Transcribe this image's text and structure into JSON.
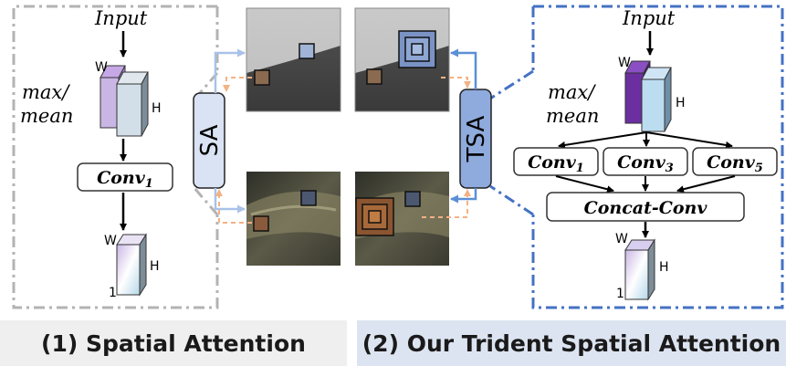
{
  "left_panel": {
    "input": "Input",
    "pool_line1": "max/",
    "pool_line2": "mean",
    "w_top": "W",
    "h_top": "H",
    "conv": "Conv",
    "conv_sub": "1",
    "w_bottom": "W",
    "h_bottom": "H",
    "one": "1"
  },
  "center": {
    "sa": "SA",
    "tsa": "TSA"
  },
  "right_panel": {
    "input": "Input",
    "pool_line1": "max/",
    "pool_line2": "mean",
    "w_top": "W",
    "h_top": "H",
    "conv1": "Conv",
    "conv1_sub": "1",
    "conv3": "Conv",
    "conv3_sub": "3",
    "conv5": "Conv",
    "conv5_sub": "5",
    "concat": "Concat-Conv",
    "w_bottom": "W",
    "h_bottom": "H",
    "one": "1"
  },
  "captions": {
    "left": "(1) Spatial Attention",
    "right": "(2) Our Trident Spatial Attention"
  },
  "colors": {
    "dash_gray": "#b3b3b3",
    "dash_blue": "#4472c4",
    "sa_fill": "#dae3f3",
    "tsa_fill": "#8faadc",
    "arrow_blue": "#5b8fd6",
    "arrow_orange": "#f4b183",
    "caption_left_bg": "#efefef",
    "caption_right_bg": "#dde4f1"
  }
}
